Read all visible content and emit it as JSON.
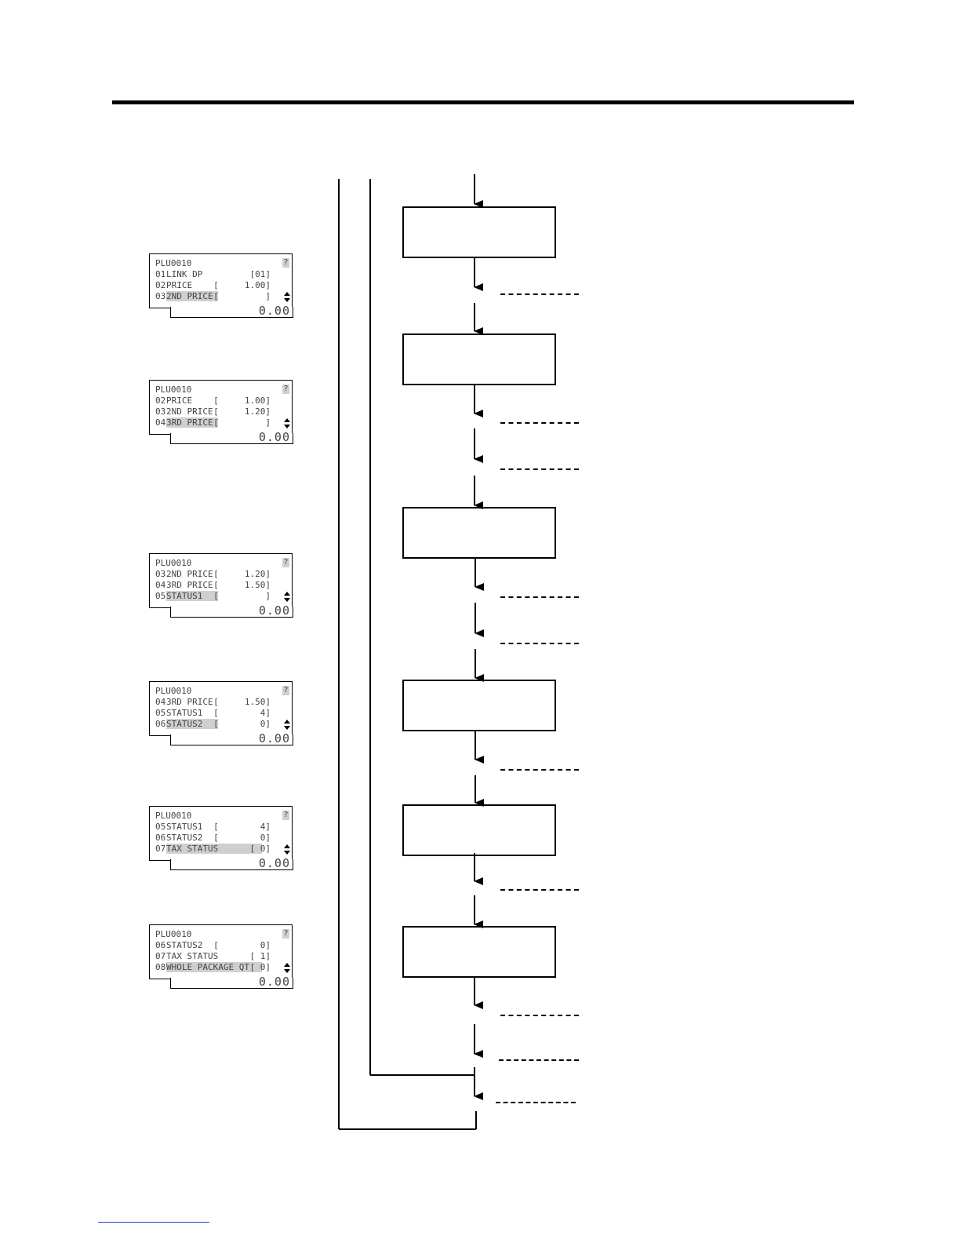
{
  "lcd_common": {
    "header": "PLU0010",
    "question_mark": "?",
    "total": "0.00",
    "scroll_icon": "up-down-arrow-icon"
  },
  "screens": [
    {
      "rows": [
        {
          "num": "01",
          "name": "LINK DP",
          "value": "[01]",
          "highlight": false
        },
        {
          "num": "02",
          "name": "PRICE",
          "value": "[     1.00]",
          "highlight": false
        },
        {
          "num": "03",
          "name": "2ND PRICE",
          "value": "[         ]",
          "highlight": true
        }
      ]
    },
    {
      "rows": [
        {
          "num": "02",
          "name": "PRICE",
          "value": "[     1.00]",
          "highlight": false
        },
        {
          "num": "03",
          "name": "2ND PRICE",
          "value": "[     1.20]",
          "highlight": false
        },
        {
          "num": "04",
          "name": "3RD PRICE",
          "value": "[         ]",
          "highlight": true
        }
      ]
    },
    {
      "rows": [
        {
          "num": "03",
          "name": "2ND PRICE",
          "value": "[     1.20]",
          "highlight": false
        },
        {
          "num": "04",
          "name": "3RD PRICE",
          "value": "[     1.50]",
          "highlight": false
        },
        {
          "num": "05",
          "name": "STATUS1",
          "value": "[         ]",
          "highlight": true
        }
      ]
    },
    {
      "rows": [
        {
          "num": "04",
          "name": "3RD PRICE",
          "value": "[     1.50]",
          "highlight": false
        },
        {
          "num": "05",
          "name": "STATUS1",
          "value": "[        4]",
          "highlight": false
        },
        {
          "num": "06",
          "name": "STATUS2",
          "value": "[        0]",
          "highlight": true
        }
      ]
    },
    {
      "rows": [
        {
          "num": "05",
          "name": "STATUS1",
          "value": "[        4]",
          "highlight": false
        },
        {
          "num": "06",
          "name": "STATUS2",
          "value": "[        0]",
          "highlight": false
        },
        {
          "num": "07",
          "name": "TAX STATUS",
          "value": "[ 0]",
          "highlight": true,
          "wide": true
        }
      ]
    },
    {
      "rows": [
        {
          "num": "06",
          "name": "STATUS2",
          "value": "[        0]",
          "highlight": false
        },
        {
          "num": "07",
          "name": "TAX STATUS",
          "value": "[ 1]",
          "highlight": false,
          "wide": true
        },
        {
          "num": "08",
          "name": "WHOLE PACKAGE QT",
          "value": "[ 0]",
          "highlight": true,
          "wide": true
        }
      ]
    }
  ]
}
